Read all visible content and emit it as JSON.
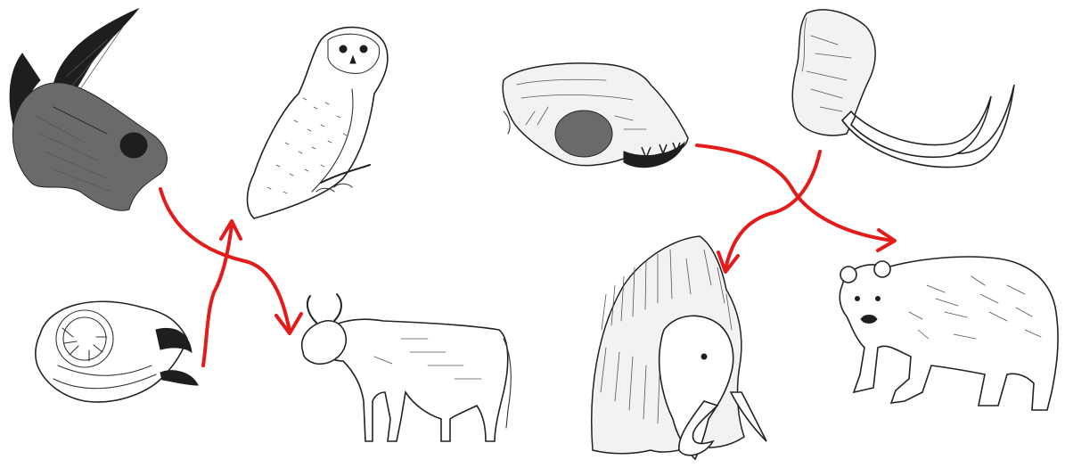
{
  "figure": {
    "illustrations": [
      "bison-skull",
      "snowy-owl",
      "owl-skull",
      "aurochs",
      "cave-bear-skull",
      "mammoth-skull",
      "woolly-mammoth",
      "cave-bear"
    ],
    "connections": [
      {
        "from": "bison-skull",
        "to": "aurochs"
      },
      {
        "from": "owl-skull",
        "to": "snowy-owl"
      },
      {
        "from": "cave-bear-skull",
        "to": "cave-bear"
      },
      {
        "from": "mammoth-skull",
        "to": "woolly-mammoth"
      }
    ],
    "arrow_color": "#e31b1b",
    "ink_color": "#222222",
    "background": "#ffffff"
  }
}
